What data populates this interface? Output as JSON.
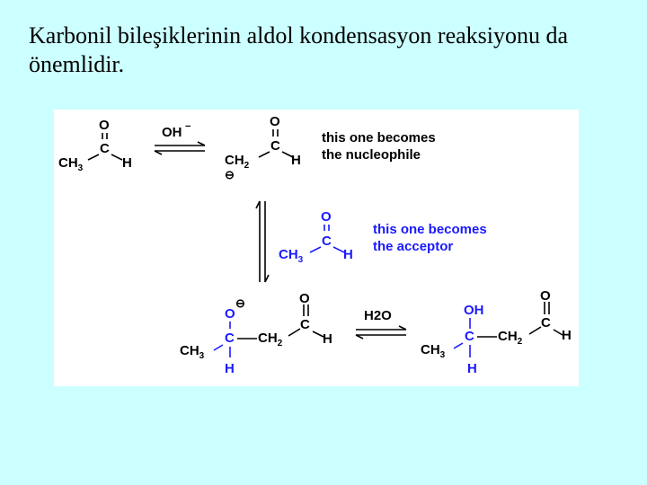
{
  "slide": {
    "title": "Karbonil bileşiklerinin aldol kondensasyon reaksiyonu da önemlidir."
  },
  "scheme": {
    "reagent_base": "OH",
    "reagent_base_charge": "−",
    "reagent_water": "H2O",
    "note_nucleophile_line1": "this one becomes",
    "note_nucleophile_line2": "the nucleophile",
    "note_acceptor_line1": "this one becomes",
    "note_acceptor_line2": "the acceptor",
    "colors": {
      "acceptor": "#1a1aff",
      "text": "#000000",
      "background": "#ccffff"
    }
  }
}
